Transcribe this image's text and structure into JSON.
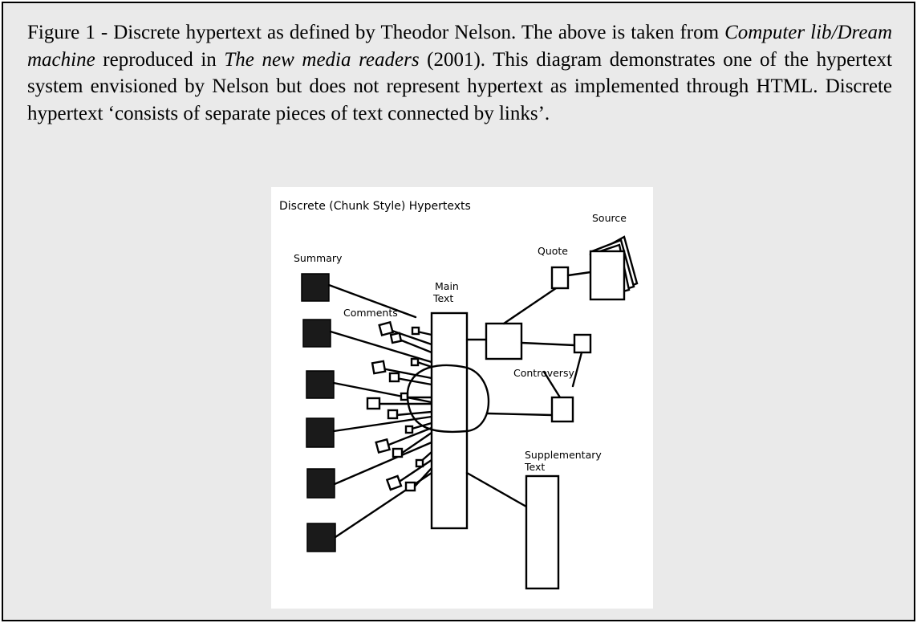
{
  "caption": {
    "part1": "Figure 1 - Discrete hypertext as defined by Theodor Nelson. The above is taken from ",
    "title1": "Computer lib/Dream machine",
    "part2": " reproduced in ",
    "title2": "The new media readers",
    "part3": " (2001). This diagram demonstrates one of the hypertext system envisioned by Nelson but does not represent hypertext as implemented through HTML. Discrete hypertext ‘consists of separate pieces of text connected by links’."
  },
  "diagram": {
    "title": "Discrete (Chunk Style) Hypertexts",
    "labels": {
      "summary": "Summary",
      "comments": "Comments",
      "main_text_1": "Main",
      "main_text_2": "Text",
      "quote": "Quote",
      "source": "Source",
      "controversy": "Controversy",
      "supplementary_1": "Supplementary",
      "supplementary_2": "Text"
    }
  }
}
